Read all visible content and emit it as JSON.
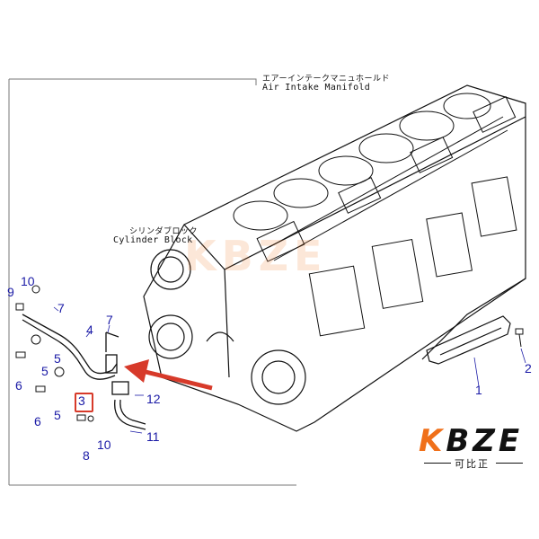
{
  "labels": {
    "air_intake_jp": "エアーインテークマニュホールド",
    "air_intake_en": "Air Intake Manifold",
    "cylinder_block_jp": "シリンダブロック",
    "cylinder_block_en": "Cylinder Block"
  },
  "callouts": [
    "1",
    "2",
    "3",
    "4",
    "5",
    "5",
    "5",
    "6",
    "6",
    "7",
    "7",
    "8",
    "9",
    "10",
    "10",
    "11",
    "12"
  ],
  "logo": {
    "main_prefix": "K",
    "main_rest": "BZE",
    "sub": "可比正",
    "watermark": "KBZE"
  },
  "colors": {
    "callout": "#1a1aa6",
    "arrow": "#d73a2a",
    "highlight": "#d73a2a",
    "logo_accent": "#f0701a"
  }
}
